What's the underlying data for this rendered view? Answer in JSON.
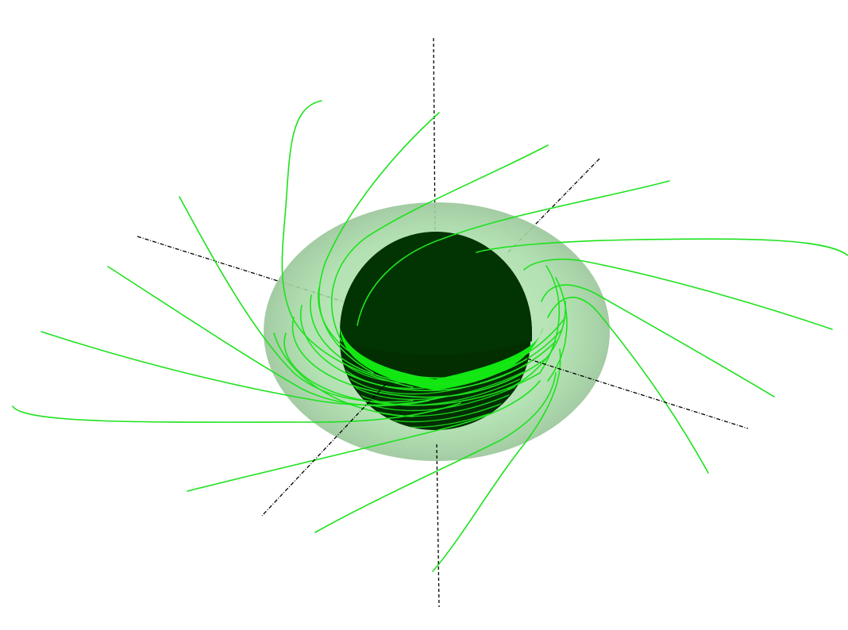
{
  "scene": {
    "background_color": "#ffffff",
    "sphere_color": "#023302",
    "ergosphere_color": "#a8dca8",
    "ring_color": "#18ee18",
    "field_line_color": "#1ee21e",
    "axis_color": "#000000"
  },
  "components": {
    "axes": [
      "vertical-axis",
      "diagonal-axis-a",
      "diagonal-axis-b"
    ],
    "bodies": [
      "ergosphere-disk",
      "black-hole-sphere",
      "photon-ring"
    ],
    "field_line_count": 24
  }
}
